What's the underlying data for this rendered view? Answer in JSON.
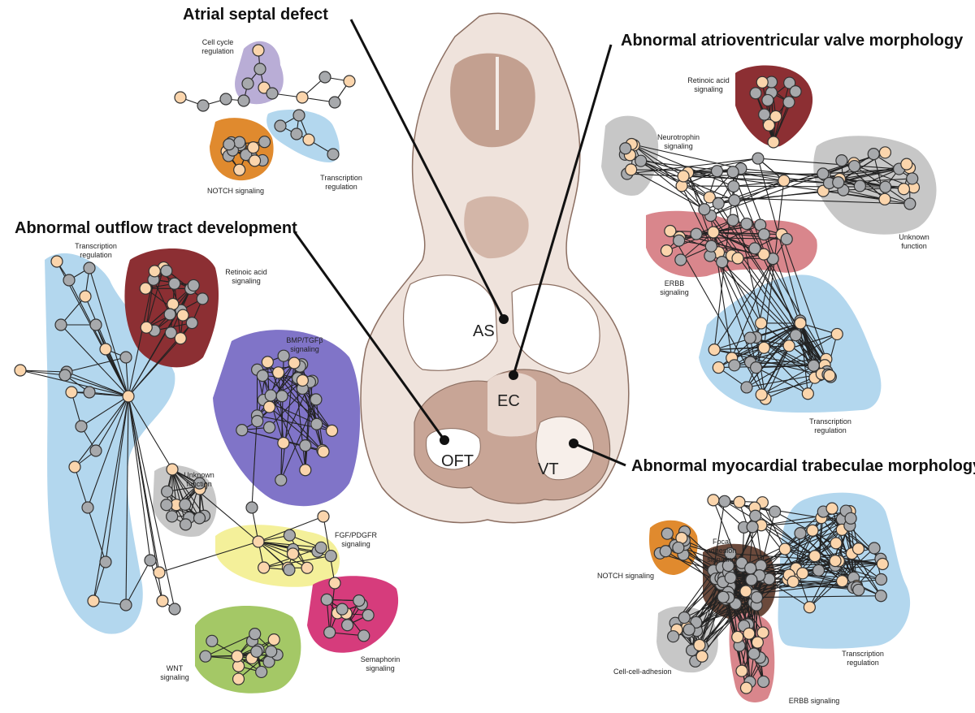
{
  "headings": {
    "asd": "Atrial septal defect",
    "avv": "Abnormal atrioventricular valve morphology",
    "oft": "Abnormal outflow tract development",
    "myo": "Abnormal myocardial trabeculae morphology"
  },
  "section_labels": {
    "as": "AS",
    "ec": "EC",
    "oft": "OFT",
    "vt": "VT"
  },
  "modules": {
    "asd": {
      "cell_cycle": [
        "Cell cycle",
        "regulation"
      ],
      "notch": [
        "NOTCH signaling"
      ],
      "transcription": [
        "Transcription",
        "regulation"
      ]
    },
    "avv": {
      "retinoic": [
        "Retinoic acid",
        "signaling"
      ],
      "neurotrophin": [
        "Neurotrophin",
        "signaling"
      ],
      "unknown": [
        "Unknown",
        "function"
      ],
      "erbb": [
        "ERBB",
        "signaling"
      ],
      "transcription": [
        "Transcription",
        "regulation"
      ]
    },
    "oft": {
      "transcription": [
        "Transcription",
        "regulation"
      ],
      "retinoic": [
        "Retinoic acid",
        "signaling"
      ],
      "bmp": [
        "BMP/TGFβ",
        "signaling"
      ],
      "unknown": [
        "Unknown",
        "function"
      ],
      "fgf": [
        "FGF/PDGFR",
        "signaling"
      ],
      "wnt": [
        "WNT",
        "signaling"
      ],
      "semaphorin": [
        "Semaphorin",
        "signaling"
      ]
    },
    "myo": {
      "focal": [
        "Focal",
        "adhesion",
        "signaling"
      ],
      "notch": [
        "NOTCH signaling"
      ],
      "cell_adhesion": [
        "Cell-cell-adhesion"
      ],
      "transcription": [
        "Transcription",
        "regulation"
      ],
      "erbb": [
        "ERBB signaling"
      ]
    }
  },
  "colors": {
    "node_gray": "#a7a9ac",
    "node_peach": "#fbd5ac",
    "blue": "#b3d7ee",
    "maroon": "#8c2f33",
    "purple": "#8074c8",
    "lavender": "#b9add6",
    "orange": "#e08a2e",
    "gray": "#c7c7c7",
    "pink": "#d9868c",
    "yellow": "#f4f09a",
    "green": "#a4c866",
    "magenta": "#d63c7c",
    "brown": "#6b4a3c"
  }
}
